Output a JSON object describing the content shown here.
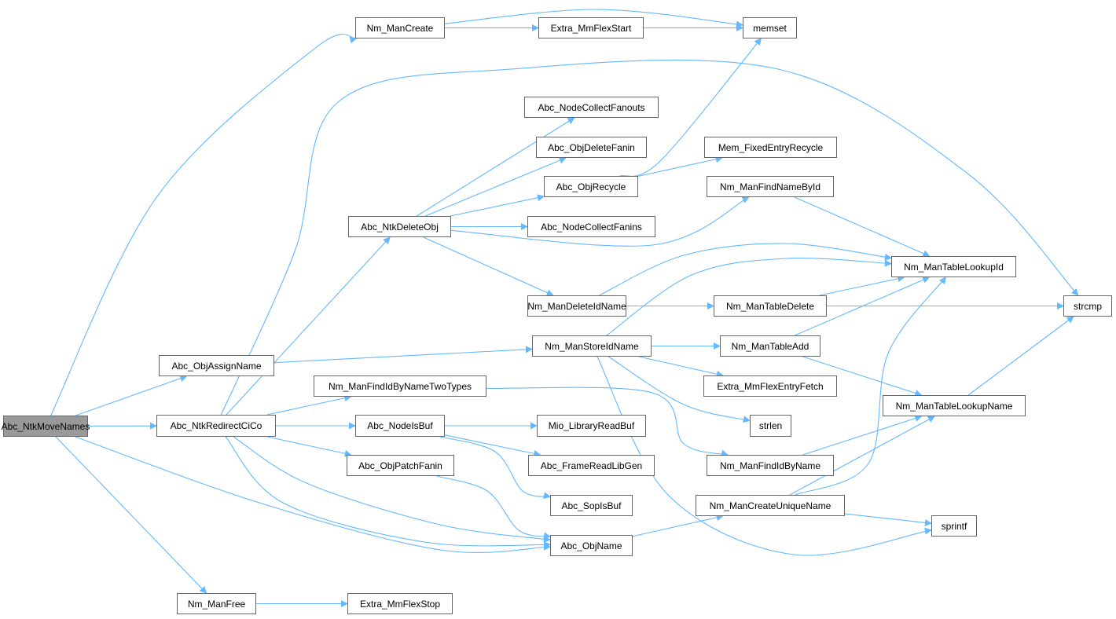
{
  "graph": {
    "root": "Abc_NtkMoveNames",
    "colors": {
      "edge": "#63b8ff",
      "node_border": "#666666",
      "root_fill": "#999999",
      "node_fill": "#ffffff"
    },
    "nodes": {
      "Abc_NtkMoveNames": "Abc_NtkMoveNames",
      "Nm_ManCreate": "Nm_ManCreate",
      "Extra_MmFlexStart": "Extra_MmFlexStart",
      "memset": "memset",
      "Abc_NodeCollectFanouts": "Abc_NodeCollectFanouts",
      "Abc_ObjDeleteFanin": "Abc_ObjDeleteFanin",
      "Mem_FixedEntryRecycle": "Mem_FixedEntryRecycle",
      "Abc_ObjRecycle": "Abc_ObjRecycle",
      "Nm_ManFindNameById": "Nm_ManFindNameById",
      "Abc_NtkDeleteObj": "Abc_NtkDeleteObj",
      "Abc_NodeCollectFanins": "Abc_NodeCollectFanins",
      "Nm_ManTableLookupId": "Nm_ManTableLookupId",
      "Nm_ManDeleteIdName": "Nm_ManDeleteIdName",
      "Nm_ManTableDelete": "Nm_ManTableDelete",
      "strcmp": "strcmp",
      "Abc_ObjAssignName": "Abc_ObjAssignName",
      "Nm_ManStoreIdName": "Nm_ManStoreIdName",
      "Nm_ManTableAdd": "Nm_ManTableAdd",
      "Nm_ManFindIdByNameTwoTypes": "Nm_ManFindIdByNameTwoTypes",
      "Extra_MmFlexEntryFetch": "Extra_MmFlexEntryFetch",
      "Nm_ManTableLookupName": "Nm_ManTableLookupName",
      "Abc_NtkRedirectCiCo": "Abc_NtkRedirectCiCo",
      "Abc_NodeIsBuf": "Abc_NodeIsBuf",
      "Mio_LibraryReadBuf": "Mio_LibraryReadBuf",
      "strlen": "strlen",
      "Abc_ObjPatchFanin": "Abc_ObjPatchFanin",
      "Abc_FrameReadLibGen": "Abc_FrameReadLibGen",
      "Nm_ManFindIdByName": "Nm_ManFindIdByName",
      "Abc_SopIsBuf": "Abc_SopIsBuf",
      "Nm_ManCreateUniqueName": "Nm_ManCreateUniqueName",
      "sprintf": "sprintf",
      "Abc_ObjName": "Abc_ObjName",
      "Nm_ManFree": "Nm_ManFree",
      "Extra_MmFlexStop": "Extra_MmFlexStop"
    },
    "edges": [
      [
        "Abc_NtkMoveNames",
        "Nm_ManCreate"
      ],
      [
        "Abc_NtkMoveNames",
        "Abc_ObjAssignName"
      ],
      [
        "Abc_NtkMoveNames",
        "Abc_NtkRedirectCiCo"
      ],
      [
        "Abc_NtkMoveNames",
        "Abc_ObjName"
      ],
      [
        "Abc_NtkMoveNames",
        "Nm_ManFree"
      ],
      [
        "Nm_ManCreate",
        "Extra_MmFlexStart"
      ],
      [
        "Nm_ManCreate",
        "memset"
      ],
      [
        "Extra_MmFlexStart",
        "memset"
      ],
      [
        "Abc_ObjAssignName",
        "Nm_ManStoreIdName"
      ],
      [
        "Abc_NtkRedirectCiCo",
        "strcmp"
      ],
      [
        "Abc_NtkRedirectCiCo",
        "Abc_NtkDeleteObj"
      ],
      [
        "Abc_NtkRedirectCiCo",
        "Nm_ManFindIdByNameTwoTypes"
      ],
      [
        "Abc_NtkRedirectCiCo",
        "Abc_NodeIsBuf"
      ],
      [
        "Abc_NtkRedirectCiCo",
        "Abc_ObjPatchFanin"
      ],
      [
        "Abc_NtkRedirectCiCo",
        "Abc_ObjName"
      ],
      [
        "Abc_NtkRedirectCiCo",
        "Abc_ObjName"
      ],
      [
        "Abc_NtkDeleteObj",
        "Abc_NodeCollectFanouts"
      ],
      [
        "Abc_NtkDeleteObj",
        "Abc_ObjDeleteFanin"
      ],
      [
        "Abc_NtkDeleteObj",
        "Abc_ObjRecycle"
      ],
      [
        "Abc_NtkDeleteObj",
        "Abc_NodeCollectFanins"
      ],
      [
        "Abc_NtkDeleteObj",
        "Nm_ManFindNameById"
      ],
      [
        "Abc_NtkDeleteObj",
        "Nm_ManDeleteIdName"
      ],
      [
        "Abc_ObjRecycle",
        "memset"
      ],
      [
        "Abc_ObjRecycle",
        "Mem_FixedEntryRecycle"
      ],
      [
        "Nm_ManFindNameById",
        "Nm_ManTableLookupId"
      ],
      [
        "Nm_ManDeleteIdName",
        "Nm_ManTableLookupId"
      ],
      [
        "Nm_ManDeleteIdName",
        "Nm_ManTableDelete"
      ],
      [
        "Nm_ManTableDelete",
        "Nm_ManTableLookupId"
      ],
      [
        "Nm_ManTableDelete",
        "strcmp"
      ],
      [
        "Nm_ManStoreIdName",
        "Nm_ManTableLookupId"
      ],
      [
        "Nm_ManStoreIdName",
        "Nm_ManTableAdd"
      ],
      [
        "Nm_ManStoreIdName",
        "Extra_MmFlexEntryFetch"
      ],
      [
        "Nm_ManStoreIdName",
        "strlen"
      ],
      [
        "Nm_ManStoreIdName",
        "sprintf"
      ],
      [
        "Nm_ManTableAdd",
        "Nm_ManTableLookupId"
      ],
      [
        "Nm_ManTableAdd",
        "Nm_ManTableLookupName"
      ],
      [
        "Nm_ManFindIdByNameTwoTypes",
        "Nm_ManFindIdByName"
      ],
      [
        "Nm_ManTableLookupName",
        "strcmp"
      ],
      [
        "Abc_NodeIsBuf",
        "Mio_LibraryReadBuf"
      ],
      [
        "Abc_NodeIsBuf",
        "Abc_FrameReadLibGen"
      ],
      [
        "Abc_NodeIsBuf",
        "Abc_SopIsBuf"
      ],
      [
        "Abc_ObjPatchFanin",
        "Abc_ObjName"
      ],
      [
        "Abc_ObjName",
        "Nm_ManCreateUniqueName"
      ],
      [
        "Nm_ManFindIdByName",
        "Nm_ManTableLookupName"
      ],
      [
        "Nm_ManCreateUniqueName",
        "Nm_ManTableLookupId"
      ],
      [
        "Nm_ManCreateUniqueName",
        "Nm_ManTableLookupName"
      ],
      [
        "Nm_ManCreateUniqueName",
        "sprintf"
      ],
      [
        "Nm_ManFree",
        "Extra_MmFlexStop"
      ]
    ]
  }
}
